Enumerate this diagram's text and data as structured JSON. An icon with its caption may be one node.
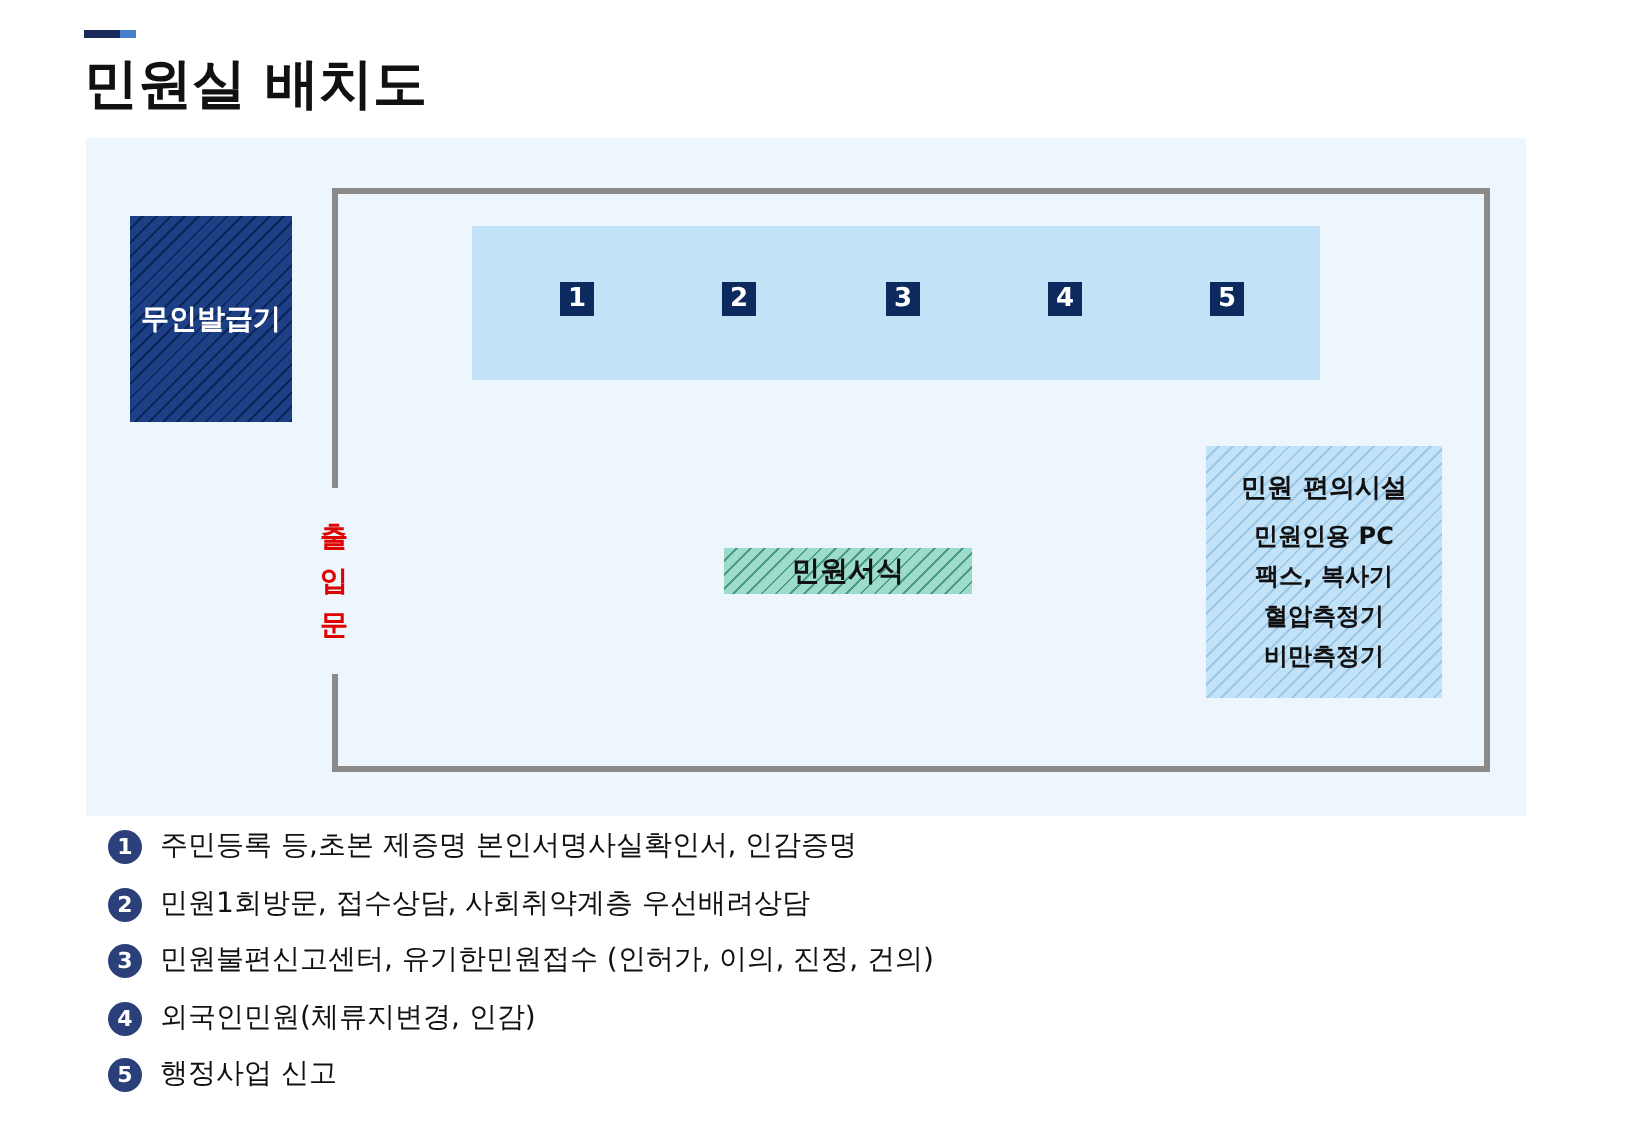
{
  "diagram": {
    "title": "민원실 배치도",
    "nodes": [
      {
        "text": [
          "무인발급기"
        ]
      },
      {
        "text": [],
        "shape": "box"
      },
      {
        "text": [],
        "shape": "bar",
        "in": 1
      },
      {
        "text": [
          "1"
        ],
        "in": 2
      },
      {
        "text": [
          "2"
        ],
        "in": 2
      },
      {
        "text": [
          "3"
        ],
        "in": 2
      },
      {
        "text": [
          "4"
        ],
        "in": 2
      },
      {
        "text": [
          "5"
        ],
        "in": 2
      },
      {
        "text": [
          "민원서식"
        ],
        "in": 1
      },
      {
        "text": [
          "민원 편의시설",
          "민원인용 PC",
          "팩스, 복사기",
          "혈압측정기",
          "비만측정기"
        ],
        "in": 1
      }
    ],
    "labels": [
      "출입문",
      "1",
      "주민등록 등,초본 제증명 본인서명사실확인서, 인감증명",
      "2",
      "민원1회방문, 접수상담, 사회취약계층 우선배려상담",
      "3",
      "민원불편신고센터, 유기한민원접수 (인허가, 이의, 진정, 건의)",
      "4",
      "외국인민원(체류지변경, 인감)",
      "5",
      "행정사업 신고"
    ]
  }
}
